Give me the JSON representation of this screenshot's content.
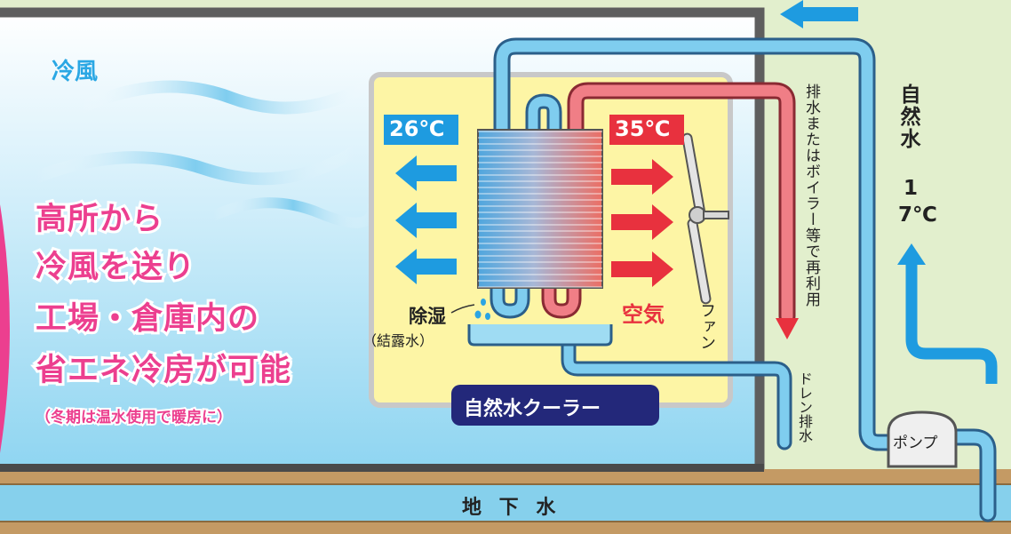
{
  "labels": {
    "cold_wind": "冷風",
    "temp_out": "26℃",
    "temp_in": "35℃",
    "air": "空気",
    "fan": "ファン",
    "dehumid": "除湿",
    "condensation": "（結露水）",
    "cooler": "自然水クーラー",
    "reuse": "排水またはボイラー等で再利用",
    "drain": "ドレン排水",
    "natural_water": "自然水",
    "water_temp": "17℃",
    "pump": "ポンプ",
    "groundwater": "地 下 水"
  },
  "headline": {
    "lines": [
      "高所から",
      "冷風を送り",
      "工場・倉庫内の",
      "省エネ冷房が可能"
    ],
    "note": "（冬期は温水使用で暖房に）"
  },
  "colors": {
    "background": "#e2efcd",
    "pipe_blue": "#7fcdef",
    "pipe_red": "#f07e86",
    "arrow_blue": "#1e9be0",
    "arrow_red": "#e8313e",
    "headline_pink": "#ec3f8f",
    "cooler_panel": "#fdf5a5",
    "cooler_label_bg": "#23287a",
    "groundwater": "#86d0ec",
    "soil": "#c49a64"
  }
}
